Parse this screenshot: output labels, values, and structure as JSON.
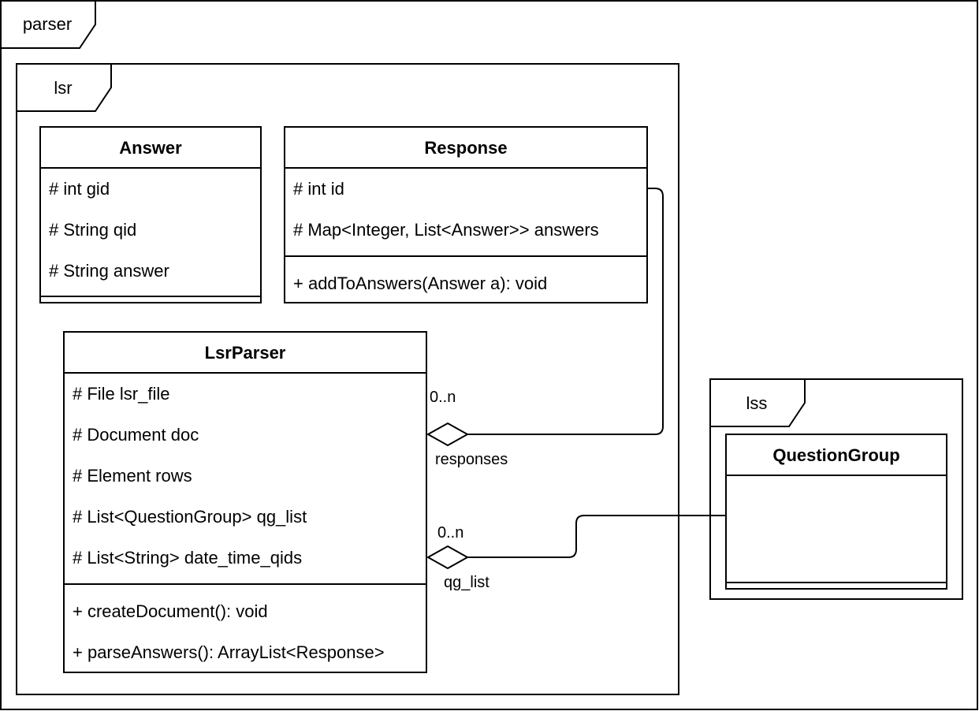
{
  "packages": {
    "parser": {
      "label": "parser"
    },
    "lsr": {
      "label": "lsr"
    },
    "lss": {
      "label": "lss"
    }
  },
  "classes": {
    "answer": {
      "name": "Answer",
      "attributes": [
        "# int gid",
        "# String qid",
        "# String answer"
      ],
      "methods": []
    },
    "response": {
      "name": "Response",
      "attributes": [
        "# int id",
        "# Map<Integer, List<Answer>> answers"
      ],
      "methods": [
        "+ addToAnswers(Answer a): void"
      ]
    },
    "lsrparser": {
      "name": "LsrParser",
      "attributes": [
        "# File lsr_file",
        "# Document doc",
        "# Element rows",
        "# List<QuestionGroup> qg_list",
        "# List<String> date_time_qids"
      ],
      "methods": [
        "+ createDocument(): void",
        "+ parseAnswers(): ArrayList<Response>"
      ]
    },
    "questiongroup": {
      "name": "QuestionGroup",
      "attributes": [],
      "methods": []
    }
  },
  "associations": {
    "responses": {
      "multiplicity": "0..n",
      "role": "responses"
    },
    "qg_list": {
      "multiplicity": "0..n",
      "role": "qg_list"
    }
  }
}
